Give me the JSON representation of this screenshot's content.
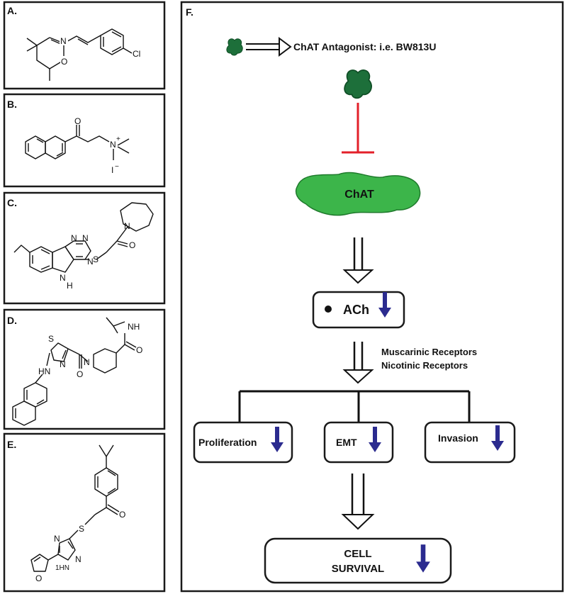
{
  "panels": {
    "a": {
      "label": "A.",
      "atoms": {
        "n": "N",
        "o": "O",
        "cl": "Cl"
      }
    },
    "b": {
      "label": "B.",
      "atoms": {
        "o": "O",
        "n": "N",
        "charge": "+",
        "iodide": "I",
        "iodide_charge": "−"
      }
    },
    "c": {
      "label": "C.",
      "atoms": {
        "n_ring": "N",
        "o": "O",
        "n1": "N",
        "n2": "N",
        "n3": "N",
        "s": "S",
        "n4": "N",
        "h": "H"
      }
    },
    "d": {
      "label": "D.",
      "atoms": {
        "nh_amide": "NH",
        "o1": "O",
        "s": "S",
        "n_thz": "N",
        "n_pip": "N",
        "o2": "O",
        "hn": "HN"
      }
    },
    "e": {
      "label": "E.",
      "atoms": {
        "o_ketone": "O",
        "s": "S",
        "n1": "N",
        "n2": "N",
        "nh": "1HN",
        "o_furan": "O"
      }
    }
  },
  "pathway": {
    "label": "F.",
    "antagonist_text": "ChAT Antagonist: i.e. BW813U",
    "chat_label": "ChAT",
    "ach_label": "ACh",
    "receptors": [
      "Muscarinic Receptors",
      "Nicotinic Receptors"
    ],
    "outcomes": [
      "Proliferation",
      "EMT",
      "Invasion"
    ],
    "final": [
      "CELL",
      "SURVIVAL"
    ]
  },
  "colors": {
    "chat_fill": "#3cb54a",
    "chat_stroke": "#1f7a2c",
    "antagonist": "#1d7a3a",
    "inhibit": "#e3202a",
    "decrease_arrow": "#2b2b8f"
  },
  "icons": {
    "antagonist": "antagonist-blob-icon",
    "decrease": "down-arrow-icon",
    "flow": "hollow-arrow-icon"
  }
}
